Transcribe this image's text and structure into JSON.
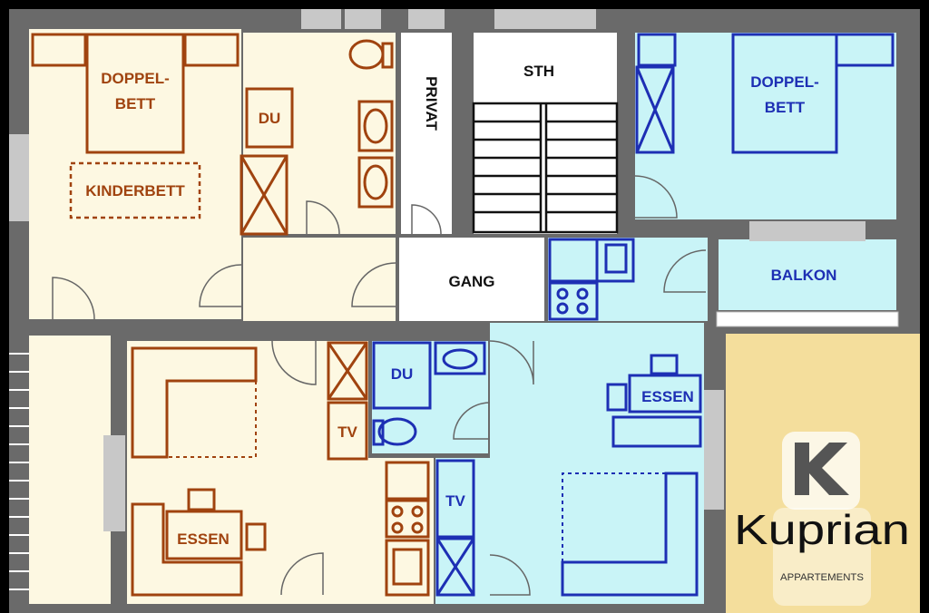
{
  "labels": {
    "doppelbett_left": [
      "DOPPEL-",
      "BETT"
    ],
    "kinderbett": "KINDERBETT",
    "du_top": "DU",
    "privat": "PRIVAT",
    "sth": "STH",
    "doppelbett_right": [
      "DOPPEL-",
      "BETT"
    ],
    "gang": "GANG",
    "balkon": "BALKON",
    "du_mid": "DU",
    "tv_left": "TV",
    "tv_mid": "TV",
    "essen_right": "ESSEN",
    "essen_left": "ESSEN"
  },
  "logo": {
    "icon_letter": "K",
    "name": "Kuprian",
    "tagline": "APPARTEMENTS"
  },
  "colors": {
    "cream_room": "#fdf8e2",
    "blue_room": "#c9f4f7",
    "white_room": "#ffffff",
    "wall": "#6a6a6a",
    "orange_furniture": "#a0430f",
    "blue_furniture": "#1d2fb4",
    "logo_background": "#f4de9c"
  }
}
